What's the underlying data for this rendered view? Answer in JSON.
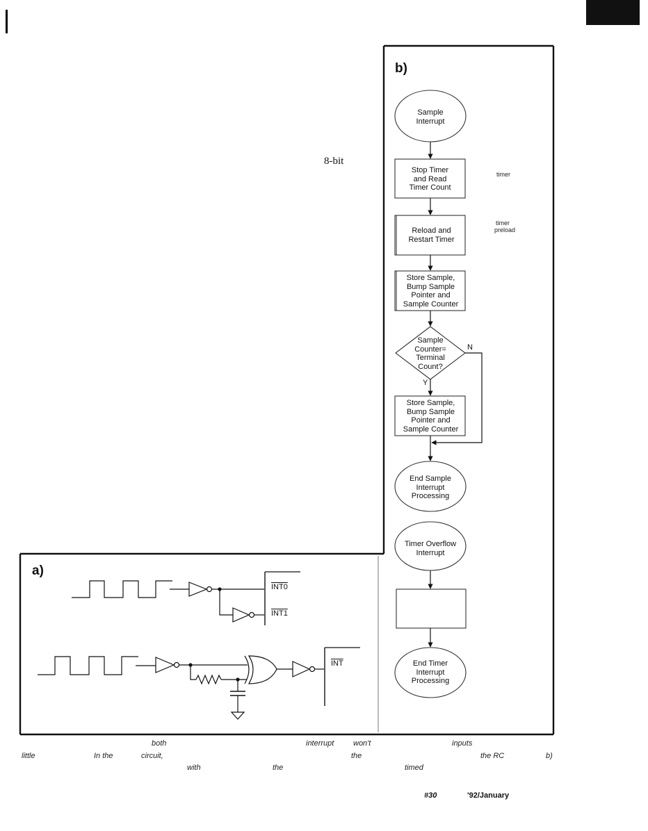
{
  "header": {
    "word_fragment": "8-bit"
  },
  "panel_a": {
    "letter": "a)",
    "top_circuit": {
      "inputs": [
        "INT0",
        "INT1"
      ]
    },
    "bottom_circuit": {
      "input": "INT"
    }
  },
  "panel_b": {
    "letter": "b)",
    "flow1": {
      "start": "Sample\nInterrupt",
      "step1": "Stop Timer\nand Read\nTimer Count",
      "step2": "Reload and\nRestart Timer",
      "step3": "Store Sample,\nBump Sample\nPointer and\nSample Counter",
      "decision": "Sample\nCounter=\nTerminal\nCount?",
      "decision_yes": "Y",
      "decision_no": "N",
      "step4": "Store Sample,\nBump Sample\nPointer and\nSample Counter",
      "end": "End Sample\nInterrupt\nProcessing"
    },
    "annotations": {
      "timer1": "timer",
      "timer2": "timer",
      "preload": "preload"
    },
    "flow2": {
      "start": "Timer Overflow\nInterrupt",
      "step": "",
      "end": "End Timer\nInterrupt\nProcessing"
    }
  },
  "caption_fragments": {
    "line1": [
      "both",
      "interrupt",
      "won't",
      "inputs"
    ],
    "line2": [
      "little",
      "In the",
      "circuit,",
      "the",
      "the RC",
      "b)"
    ],
    "line3": [
      "with",
      "the",
      "timed"
    ]
  },
  "footer": {
    "issue": "#30",
    "date": "'92/January"
  }
}
